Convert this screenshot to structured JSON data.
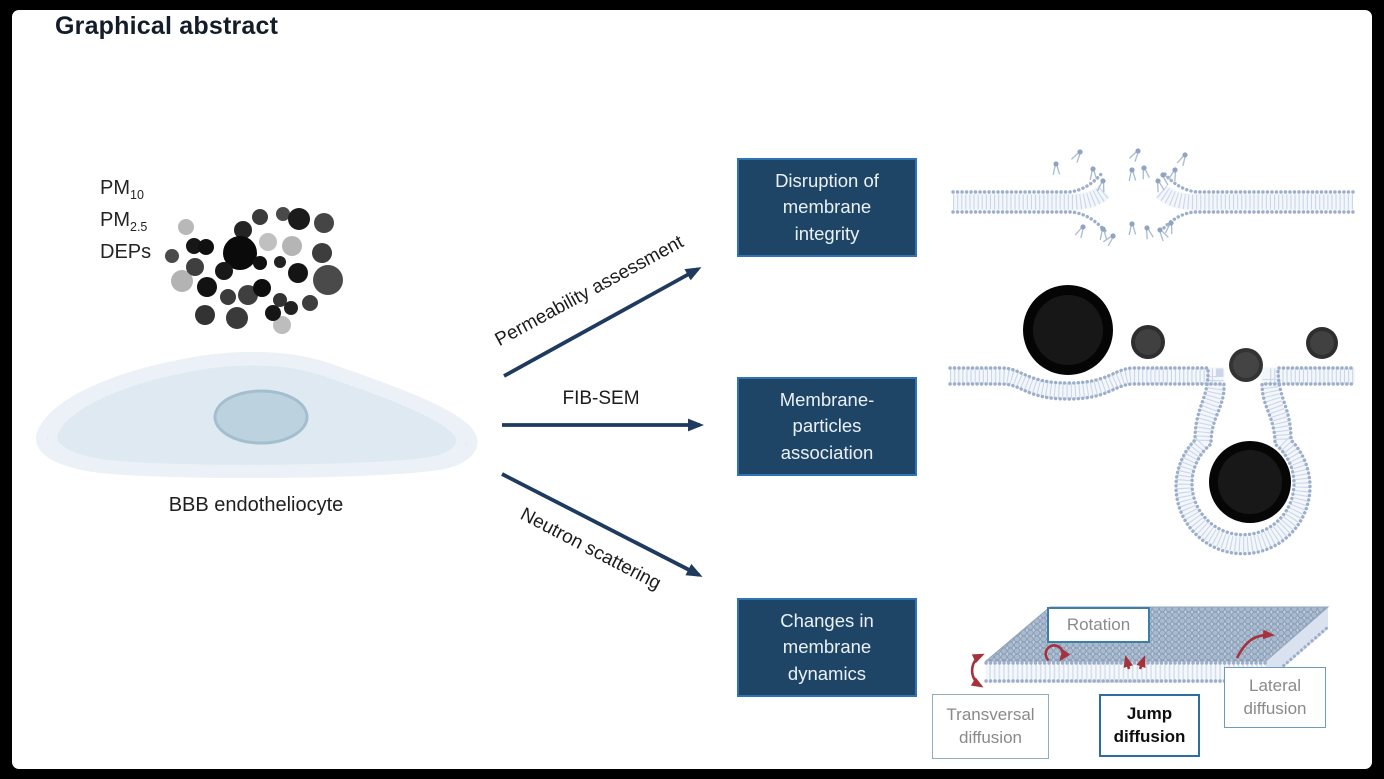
{
  "title": "Graphical abstract",
  "colors": {
    "frame": "#000000",
    "background": "#ffffff",
    "box_fill": "#1F4566",
    "box_border": "#2E74B5",
    "box_text": "#EAF0F6",
    "arrow_navy": "#1E3A5F",
    "membrane_bead": "#9CAEC9",
    "membrane_tail": "#CBD7E8",
    "membrane_band": "#F3F6FB",
    "cell_fill": "#DEE9F2",
    "nucleus_fill": "#BDD2DF",
    "red_arrow": "#A5323C",
    "gray_label": "#8a8a8a"
  },
  "left_panel": {
    "pm_labels": [
      {
        "base": "PM",
        "sub": "10"
      },
      {
        "base": "PM",
        "sub": "2.5"
      },
      {
        "base": "DEPs",
        "sub": ""
      }
    ],
    "cell_label": "BBB endotheliocyte"
  },
  "method_arrows": [
    {
      "label": "Permeability assessment"
    },
    {
      "label": "FIB-SEM"
    },
    {
      "label": "Neutron scattering"
    }
  ],
  "outcome_boxes": [
    {
      "label": "Disruption of\nmembrane\nintegrity"
    },
    {
      "label": "Membrane-\nparticles\nassociation"
    },
    {
      "label": "Changes in\nmembrane\ndynamics"
    }
  ],
  "dynamics_labels": {
    "rotation": "Rotation",
    "transversal": "Transversal\ndiffusion",
    "jump": "Jump\ndiffusion",
    "lateral": "Lateral\ndiffusion"
  }
}
